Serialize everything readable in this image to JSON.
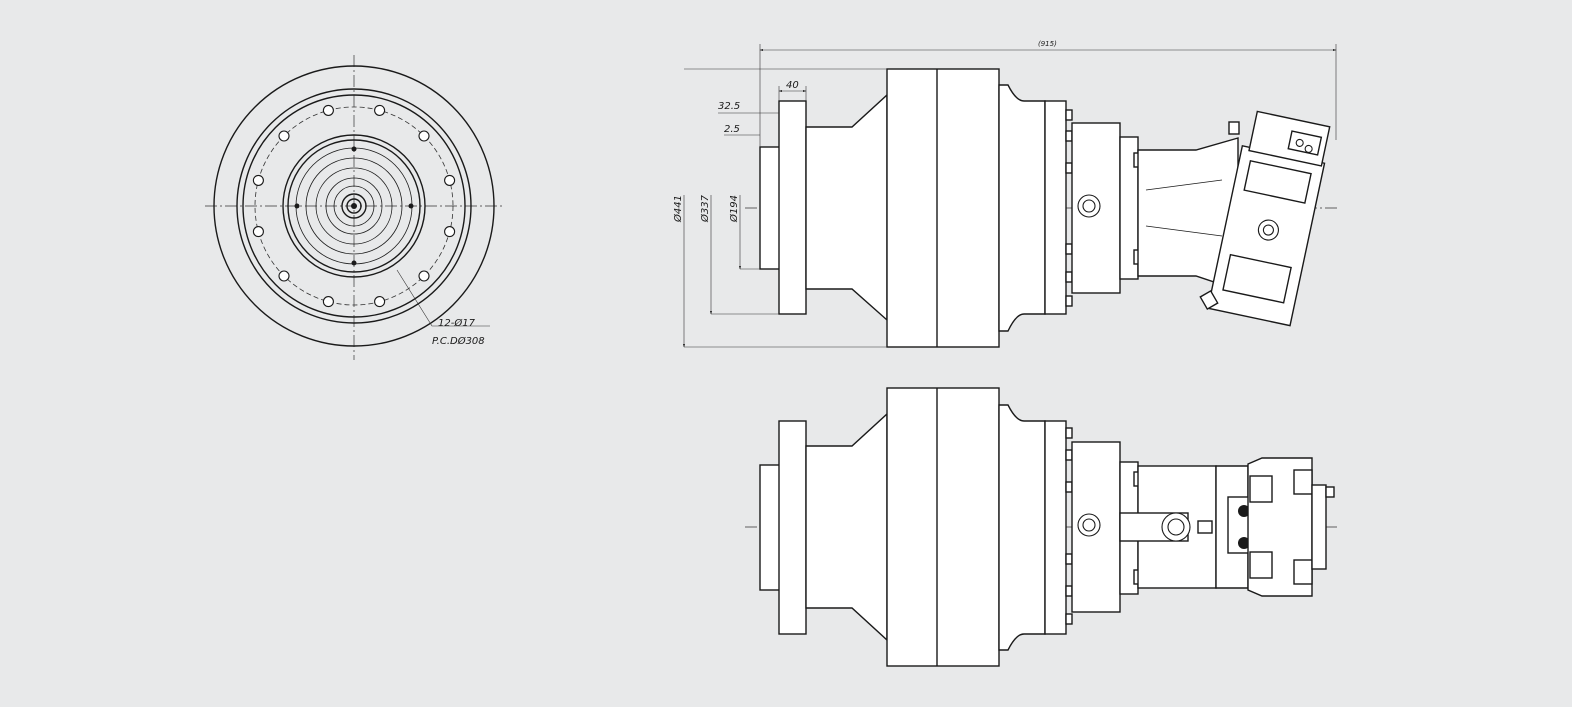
{
  "dimensions": {
    "overall_length": "(915)",
    "flange_thickness": "40",
    "offset_1": "32.5",
    "offset_2": "2.5",
    "dia_outer": "Ø441",
    "dia_middle": "Ø337",
    "dia_pilot": "Ø194",
    "bolt_holes": "12-Ø17",
    "pitch_circle": "P.C.DØ308"
  },
  "front_view": {
    "bolt_hole_count": 12
  },
  "colors": {
    "background": "#e8e9ea",
    "line": "#1a1a1a",
    "fill": "#ffffff"
  }
}
